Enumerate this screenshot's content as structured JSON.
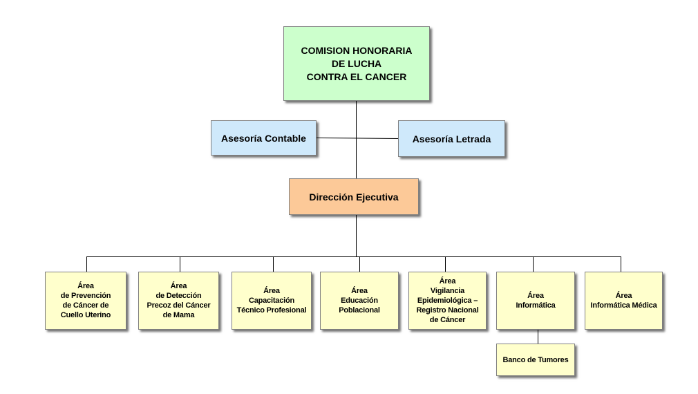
{
  "root": "COMISION  HONORARIA\nDE LUCHA\nCONTRA EL CANCER",
  "advisory": {
    "left": "Asesoría Contable",
    "right": "Asesoría Letrada"
  },
  "executive": "Dirección Ejecutiva",
  "areas": [
    "Área\nde Prevención\nde Cáncer de\nCuello Uterino",
    "Área\nde Detección\nPrecoz del Cáncer\nde Mama",
    "Área\nCapacitación\nTécnico Profesional",
    "Área\nEducación\nPoblacional",
    "Área\nVigilancia\nEpidemiológica –\nRegistro Nacional\nde Cáncer",
    "Área\nInformática",
    "Área\nInformática Médica"
  ],
  "sub_unit": "Banco de Tumores",
  "colors": {
    "root_fill": "#ccffcc",
    "advisory_fill": "#cfe9fb",
    "executive_fill": "#fcc998",
    "area_fill": "#ffffcc",
    "connector": "#000000"
  }
}
